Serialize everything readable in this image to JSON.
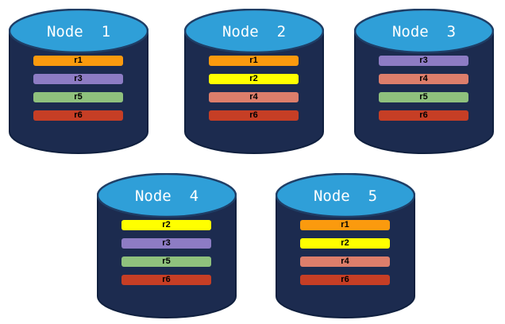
{
  "diagram": {
    "nodes": [
      {
        "label": "Node  1",
        "replicas": [
          "r1",
          "r3",
          "r5",
          "r6"
        ]
      },
      {
        "label": "Node  2",
        "replicas": [
          "r1",
          "r2",
          "r4",
          "r6"
        ]
      },
      {
        "label": "Node  3",
        "replicas": [
          "r3",
          "r4",
          "r5",
          "r6"
        ]
      },
      {
        "label": "Node  4",
        "replicas": [
          "r2",
          "r3",
          "r5",
          "r6"
        ]
      },
      {
        "label": "Node  5",
        "replicas": [
          "r1",
          "r2",
          "r4",
          "r6"
        ]
      }
    ],
    "replica_colors": {
      "r1": "#FB9A0E",
      "r2": "#FFFF00",
      "r3": "#8D7CC4",
      "r4": "#DD7E6B",
      "r5": "#8FC17D",
      "r6": "#C63E25"
    },
    "colors": {
      "background": "#FFFFFF",
      "cylinder_body": "#1C2B4F",
      "cylinder_outline": "#10203F",
      "cylinder_top": "#2F9FD8",
      "cylinder_top_outline": "#1F3E66",
      "node_label_text": "#FFFFFF",
      "replica_label_text": "#000000"
    }
  }
}
